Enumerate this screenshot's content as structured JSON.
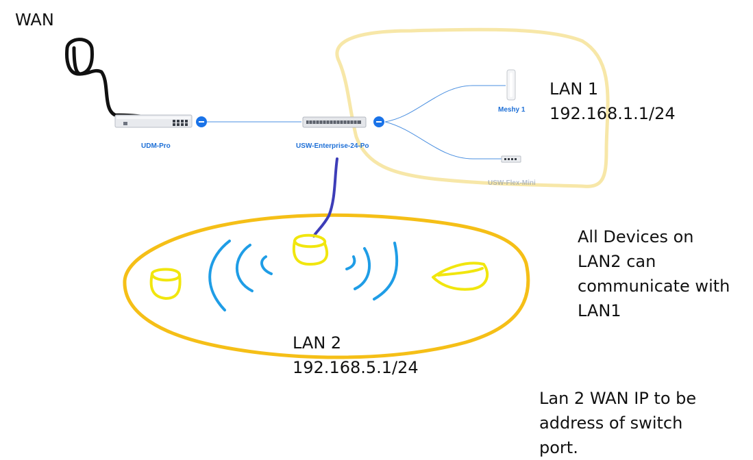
{
  "annotations": {
    "wan": "WAN",
    "lan1_name": "LAN 1",
    "lan1_subnet": "192.168.1.1/24",
    "lan2_name": "LAN 2",
    "lan2_subnet": "192.168.5.1/24",
    "note_communicate": "All Devices on\nLAN2 can\ncommunicate with\nLAN1",
    "note_wan_ip": "Lan 2 WAN IP to be\naddress of switch\nport."
  },
  "devices": {
    "gateway": "UDM-Pro",
    "switch": "USW-Enterprise-24-Po",
    "ap": "Meshy 1",
    "flex_switch": "USW-Flex-Mini"
  },
  "colors": {
    "link": "#4a8fe0",
    "port_dot": "#1a73e8",
    "lan1_outline": "#f7e7a8",
    "lan2_outline": "#f5bf17",
    "wifi_marks": "#1f9de6",
    "client_marks": "#f1e60e",
    "wan_cable": "#111111",
    "uplink_cable": "#3d3db8"
  }
}
